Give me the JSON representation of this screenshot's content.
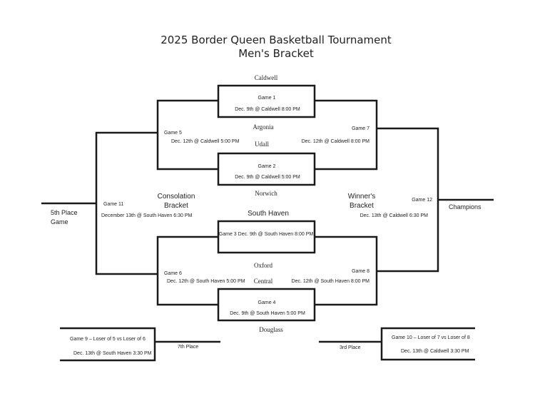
{
  "title": {
    "line1": "2025 Border Queen Basketball Tournament",
    "line2": "Men's Bracket"
  },
  "teams": {
    "caldwell": "Caldwell",
    "argonia": "Argonia",
    "udall": "Udall",
    "norwich": "Norwich",
    "south_haven": "South Haven",
    "oxford": "Oxford",
    "central": "Central",
    "douglass": "Douglass"
  },
  "games": {
    "g1": {
      "label": "Game 1",
      "detail": "Dec. 9th @ Caldwell 8:00 PM"
    },
    "g2": {
      "label": "Game 2",
      "detail": "Dec. 9th @ Caldwell 5:00 PM"
    },
    "g3": {
      "text": "Game 3 Dec. 9th @ South Haven 8:00 PM"
    },
    "g4": {
      "label": "Game 4",
      "detail": "Dec. 9th @ South Haven 5:00 PM"
    },
    "g5": {
      "label": "Game 5",
      "detail": "Dec. 12th @ Caldwell 5:00 PM"
    },
    "g6": {
      "label": "Game 6",
      "detail": "Dec. 12th @ South Haven 5:00 PM"
    },
    "g7": {
      "label": "Game 7",
      "detail": "Dec. 12th @ Caldwell 8:00 PM"
    },
    "g8": {
      "label": "Game 8",
      "detail": "Dec. 12th @ South Haven 8:00 PM"
    },
    "g9": {
      "label": "Game 9 – Loser of 5 vs Loser of 6",
      "detail": "Dec. 13th @ South Haven 3:30 PM",
      "result": "7th Place"
    },
    "g10": {
      "label": "Game 10 – Loser of 7 vs Loser of 8",
      "detail": "Dec. 13th @ Caldwell 3:30 PM",
      "result": "3rd Place"
    },
    "g11": {
      "label": "Game 11",
      "detail": "December 13th @ South Haven 6:30 PM",
      "result_line1": "5th Place",
      "result_line2": "Game"
    },
    "g12": {
      "label": "Game 12",
      "detail": "Dec. 13th @ Caldwell 6:30 PM",
      "result": "Champions"
    }
  },
  "brackets": {
    "consolation_line1": "Consolation",
    "consolation_line2": "Bracket",
    "winners_line1": "Winner's",
    "winners_line2": "Bracket"
  },
  "colors": {
    "line": "#1a1a1a",
    "text": "#222222",
    "background": "#ffffff"
  }
}
